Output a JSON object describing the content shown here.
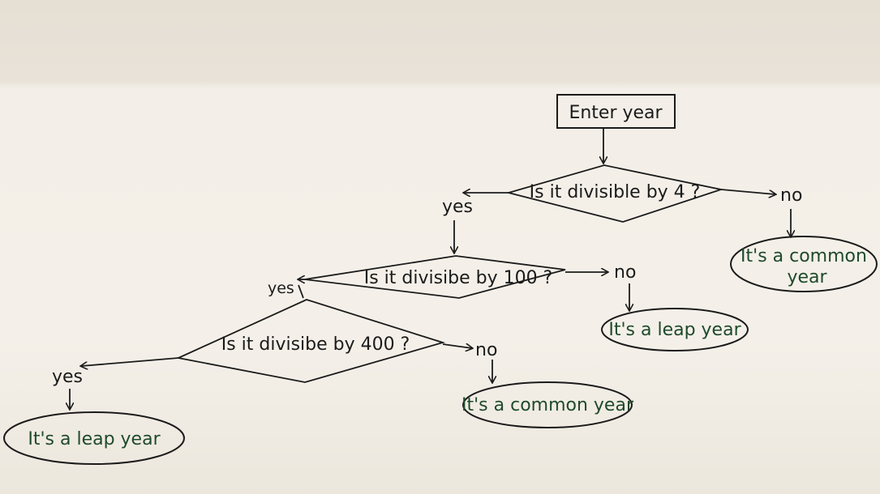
{
  "flowchart": {
    "start": "Enter year",
    "decision_div4": "Is it divisible by 4 ?",
    "decision_div100": "Is it divisibe by 100 ?",
    "decision_div400": "Is it divisibe by 400 ?",
    "yes_label": "yes",
    "no_label": "no",
    "common_year": "It's a common year",
    "common_year_line1": "It's a common",
    "common_year_line2": "year",
    "leap_year": "It's a leap year"
  },
  "colors": {
    "ink": "#1b1b1b",
    "green_ink": "#1f4a2c",
    "paper": "#f4f0e9"
  }
}
